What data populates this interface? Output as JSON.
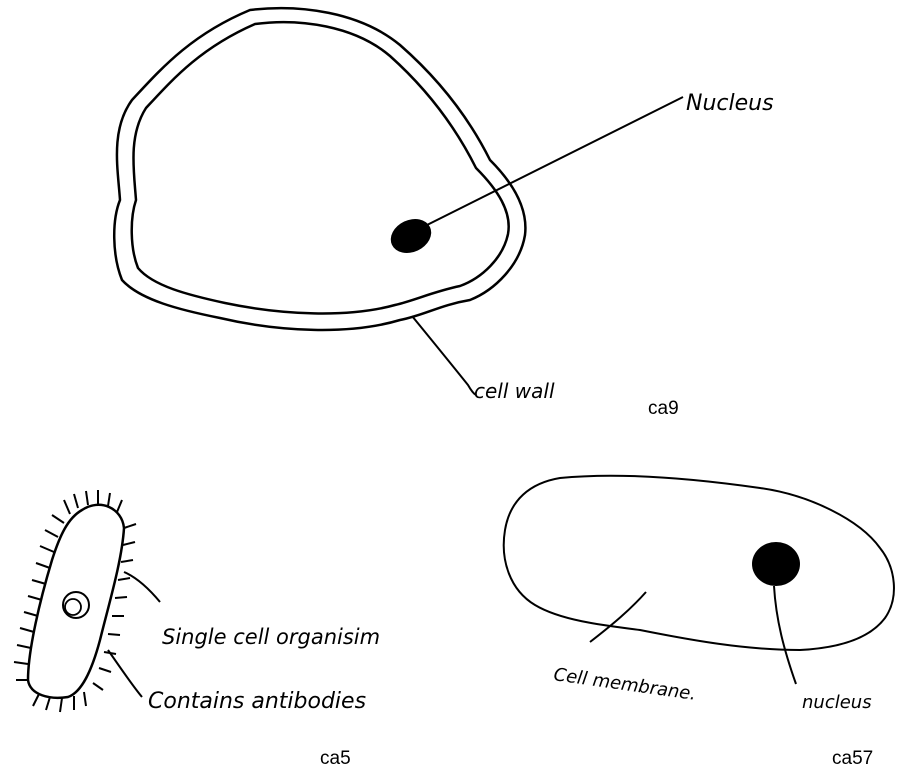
{
  "drawings": [
    {
      "id": "ca9",
      "caption": "ca9",
      "labels": {
        "nucleus": "Nucleus",
        "wall": "cell wall"
      }
    },
    {
      "id": "ca5",
      "caption": "ca5",
      "labels": {
        "organism": "Single cell organisim",
        "antibodies": "Contains antibodies"
      }
    },
    {
      "id": "ca57",
      "caption": "ca57",
      "labels": {
        "membrane": "Cell membrane.",
        "nucleus": "nucleus"
      }
    }
  ]
}
